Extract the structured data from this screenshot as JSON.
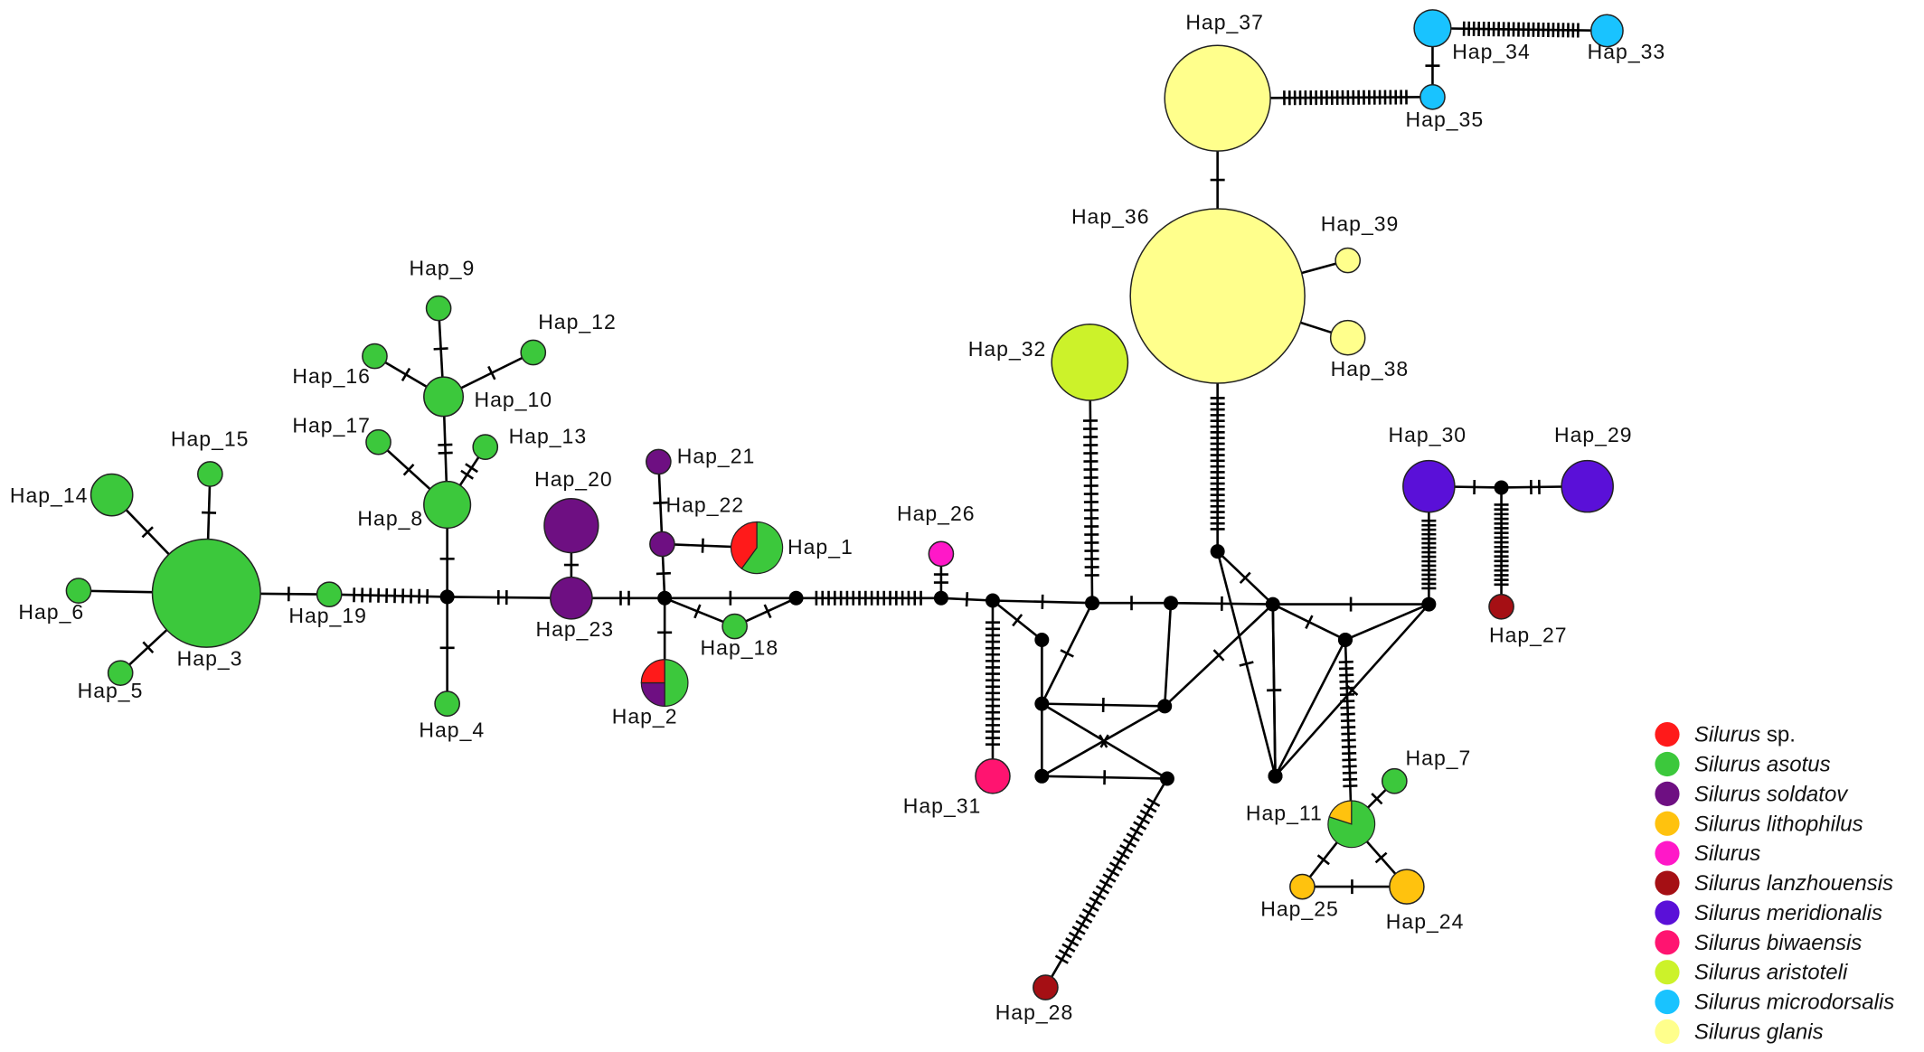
{
  "colors": {
    "Silurus sp.": "#ff1a1a",
    "Silurus asotus": "#3cc83c",
    "Silurus soldatov": "#6e0f82",
    "Silurus lithophilus": "#ffc20e",
    "Silurus": "#ff18c8",
    "Silurus lanzhouensis": "#a50f14",
    "Silurus meridionalis": "#5a10d8",
    "Silurus biwaensis": "#ff1470",
    "Silurus aristoteli": "#ccf22a",
    "Silurus microdorsalis": "#19c3ff",
    "Silurus glanis": "#ffff8c",
    "median": "#000000"
  },
  "legend": [
    {
      "genus": "Silurus",
      "epithet": "sp.",
      "key": "Silurus sp."
    },
    {
      "genus": "Silurus",
      "epithet": "asotus",
      "key": "Silurus asotus"
    },
    {
      "genus": "Silurus",
      "epithet": "soldatov",
      "key": "Silurus soldatov"
    },
    {
      "genus": "Silurus",
      "epithet": "lithophilus",
      "key": "Silurus lithophilus"
    },
    {
      "genus": "Silurus",
      "epithet": "",
      "key": "Silurus"
    },
    {
      "genus": "Silurus",
      "epithet": "lanzhouensis",
      "key": "Silurus lanzhouensis"
    },
    {
      "genus": "Silurus",
      "epithet": "meridionalis",
      "key": "Silurus meridionalis"
    },
    {
      "genus": "Silurus",
      "epithet": "biwaensis",
      "key": "Silurus biwaensis"
    },
    {
      "genus": "Silurus",
      "epithet": "aristoteli",
      "key": "Silurus aristoteli"
    },
    {
      "genus": "Silurus",
      "epithet": "microdorsalis",
      "key": "Silurus microdorsalis"
    },
    {
      "genus": "Silurus",
      "epithet": "glanis",
      "key": "Silurus glanis"
    }
  ],
  "haplotypes": [
    {
      "id": "Hap_1",
      "species": [
        [
          "Silurus asotus",
          0.6
        ],
        [
          "Silurus sp.",
          0.4
        ]
      ]
    },
    {
      "id": "Hap_2",
      "species": [
        [
          "Silurus asotus",
          0.5
        ],
        [
          "Silurus soldatov",
          0.25
        ],
        [
          "Silurus sp.",
          0.25
        ]
      ]
    },
    {
      "id": "Hap_3",
      "species": [
        [
          "Silurus asotus",
          1
        ]
      ]
    },
    {
      "id": "Hap_4",
      "species": [
        [
          "Silurus asotus",
          1
        ]
      ]
    },
    {
      "id": "Hap_5",
      "species": [
        [
          "Silurus asotus",
          1
        ]
      ]
    },
    {
      "id": "Hap_6",
      "species": [
        [
          "Silurus asotus",
          1
        ]
      ]
    },
    {
      "id": "Hap_7",
      "species": [
        [
          "Silurus asotus",
          1
        ]
      ]
    },
    {
      "id": "Hap_8",
      "species": [
        [
          "Silurus asotus",
          1
        ]
      ]
    },
    {
      "id": "Hap_9",
      "species": [
        [
          "Silurus asotus",
          1
        ]
      ]
    },
    {
      "id": "Hap_10",
      "species": [
        [
          "Silurus asotus",
          1
        ]
      ]
    },
    {
      "id": "Hap_11",
      "species": [
        [
          "Silurus asotus",
          0.8
        ],
        [
          "Silurus lithophilus",
          0.2
        ]
      ]
    },
    {
      "id": "Hap_12",
      "species": [
        [
          "Silurus asotus",
          1
        ]
      ]
    },
    {
      "id": "Hap_13",
      "species": [
        [
          "Silurus asotus",
          1
        ]
      ]
    },
    {
      "id": "Hap_14",
      "species": [
        [
          "Silurus asotus",
          1
        ]
      ]
    },
    {
      "id": "Hap_15",
      "species": [
        [
          "Silurus asotus",
          1
        ]
      ]
    },
    {
      "id": "Hap_16",
      "species": [
        [
          "Silurus asotus",
          1
        ]
      ]
    },
    {
      "id": "Hap_17",
      "species": [
        [
          "Silurus asotus",
          1
        ]
      ]
    },
    {
      "id": "Hap_18",
      "species": [
        [
          "Silurus asotus",
          1
        ]
      ]
    },
    {
      "id": "Hap_19",
      "species": [
        [
          "Silurus asotus",
          1
        ]
      ]
    },
    {
      "id": "Hap_20",
      "species": [
        [
          "Silurus soldatov",
          1
        ]
      ]
    },
    {
      "id": "Hap_21",
      "species": [
        [
          "Silurus soldatov",
          1
        ]
      ]
    },
    {
      "id": "Hap_22",
      "species": [
        [
          "Silurus soldatov",
          1
        ]
      ]
    },
    {
      "id": "Hap_23",
      "species": [
        [
          "Silurus soldatov",
          1
        ]
      ]
    },
    {
      "id": "Hap_24",
      "species": [
        [
          "Silurus lithophilus",
          1
        ]
      ]
    },
    {
      "id": "Hap_25",
      "species": [
        [
          "Silurus lithophilus",
          1
        ]
      ]
    },
    {
      "id": "Hap_26",
      "species": [
        [
          "Silurus",
          1
        ]
      ]
    },
    {
      "id": "Hap_27",
      "species": [
        [
          "Silurus lanzhouensis",
          1
        ]
      ]
    },
    {
      "id": "Hap_28",
      "species": [
        [
          "Silurus lanzhouensis",
          1
        ]
      ]
    },
    {
      "id": "Hap_29",
      "species": [
        [
          "Silurus meridionalis",
          1
        ]
      ]
    },
    {
      "id": "Hap_30",
      "species": [
        [
          "Silurus meridionalis",
          1
        ]
      ]
    },
    {
      "id": "Hap_31",
      "species": [
        [
          "Silurus biwaensis",
          1
        ]
      ]
    },
    {
      "id": "Hap_32",
      "species": [
        [
          "Silurus aristoteli",
          1
        ]
      ]
    },
    {
      "id": "Hap_33",
      "species": [
        [
          "Silurus microdorsalis",
          1
        ]
      ]
    },
    {
      "id": "Hap_34",
      "species": [
        [
          "Silurus microdorsalis",
          1
        ]
      ]
    },
    {
      "id": "Hap_35",
      "species": [
        [
          "Silurus microdorsalis",
          1
        ]
      ]
    },
    {
      "id": "Hap_36",
      "species": [
        [
          "Silurus glanis",
          1
        ]
      ]
    },
    {
      "id": "Hap_37",
      "species": [
        [
          "Silurus glanis",
          1
        ]
      ]
    },
    {
      "id": "Hap_38",
      "species": [
        [
          "Silurus glanis",
          1
        ]
      ]
    },
    {
      "id": "Hap_39",
      "species": [
        [
          "Silurus glanis",
          1
        ]
      ]
    }
  ],
  "edges": [
    [
      "Hap_3",
      "Hap_14",
      1
    ],
    [
      "Hap_3",
      "Hap_15",
      1
    ],
    [
      "Hap_3",
      "Hap_6",
      0
    ],
    [
      "Hap_3",
      "Hap_5",
      1
    ],
    [
      "Hap_3",
      "Hap_19",
      1
    ],
    [
      "Hap_19",
      "mv1",
      10
    ],
    [
      "mv1",
      "Hap_8",
      1
    ],
    [
      "mv1",
      "Hap_4",
      1
    ],
    [
      "mv1",
      "Hap_23",
      2
    ],
    [
      "Hap_8",
      "Hap_17",
      1
    ],
    [
      "Hap_8",
      "Hap_13",
      2
    ],
    [
      "Hap_8",
      "Hap_10",
      2
    ],
    [
      "Hap_10",
      "Hap_16",
      1
    ],
    [
      "Hap_10",
      "Hap_9",
      1
    ],
    [
      "Hap_10",
      "Hap_12",
      1
    ],
    [
      "Hap_23",
      "Hap_20",
      1
    ],
    [
      "Hap_23",
      "mv2",
      2
    ],
    [
      "mv2",
      "Hap_22",
      1
    ],
    [
      "mv2",
      "Hap_2",
      1
    ],
    [
      "mv2",
      "Hap_18",
      1
    ],
    [
      "mv2",
      "mv3",
      1
    ],
    [
      "Hap_22",
      "Hap_21",
      1
    ],
    [
      "Hap_22",
      "Hap_1",
      1
    ],
    [
      "Hap_18",
      "mv3",
      1
    ],
    [
      "mv3",
      "mv4",
      18
    ],
    [
      "mv4",
      "Hap_26",
      2
    ],
    [
      "mv4",
      "mv5",
      1
    ],
    [
      "mv5",
      "Hap_31",
      20
    ],
    [
      "mv5",
      "mv6",
      1
    ],
    [
      "mv5",
      "mv7",
      1
    ],
    [
      "mv6",
      "Hap_32",
      20
    ],
    [
      "mv6",
      "mv8",
      1
    ],
    [
      "mv6",
      "mv10",
      1
    ],
    [
      "mv7",
      "mv8",
      0
    ],
    [
      "mv7",
      "mv11",
      0
    ],
    [
      "mv8",
      "mv9",
      1
    ],
    [
      "mv8",
      "mv12",
      1
    ],
    [
      "mv9",
      "mv10",
      0
    ],
    [
      "mv9",
      "mv11",
      1
    ],
    [
      "mv10",
      "mv15",
      1
    ],
    [
      "mv11",
      "mv12",
      1
    ],
    [
      "mv12",
      "Hap_28",
      28
    ],
    [
      "mv13",
      "Hap_36",
      24
    ],
    [
      "mv13",
      "mv14",
      1
    ],
    [
      "mv13",
      "mv15",
      1
    ],
    [
      "mv14",
      "mv15",
      1
    ],
    [
      "mv15",
      "mv16",
      1
    ],
    [
      "mv15",
      "mv17",
      1
    ],
    [
      "mv15",
      "mv19",
      1
    ],
    [
      "mv15",
      "mv9",
      1
    ],
    [
      "mv16",
      "Hap_30",
      16
    ],
    [
      "mv16",
      "mv19",
      1
    ],
    [
      "mv16",
      "mv17",
      0
    ],
    [
      "mv17",
      "mv18",
      1
    ],
    [
      "mv17",
      "mv19",
      0
    ],
    [
      "mv18",
      "Hap_11",
      20
    ],
    [
      "Hap_11",
      "Hap_7",
      1
    ],
    [
      "Hap_11",
      "Hap_24",
      1
    ],
    [
      "Hap_11",
      "Hap_25",
      1
    ],
    [
      "Hap_24",
      "Hap_25",
      1
    ],
    [
      "Hap_30",
      "mv20",
      1
    ],
    [
      "mv20",
      "Hap_29",
      2
    ],
    [
      "mv20",
      "Hap_27",
      18
    ],
    [
      "Hap_36",
      "Hap_39",
      0
    ],
    [
      "Hap_36",
      "Hap_38",
      0
    ],
    [
      "Hap_36",
      "Hap_37",
      1
    ],
    [
      "Hap_37",
      "Hap_35",
      24
    ],
    [
      "Hap_35",
      "Hap_34",
      1
    ],
    [
      "Hap_34",
      "Hap_33",
      24
    ]
  ]
}
